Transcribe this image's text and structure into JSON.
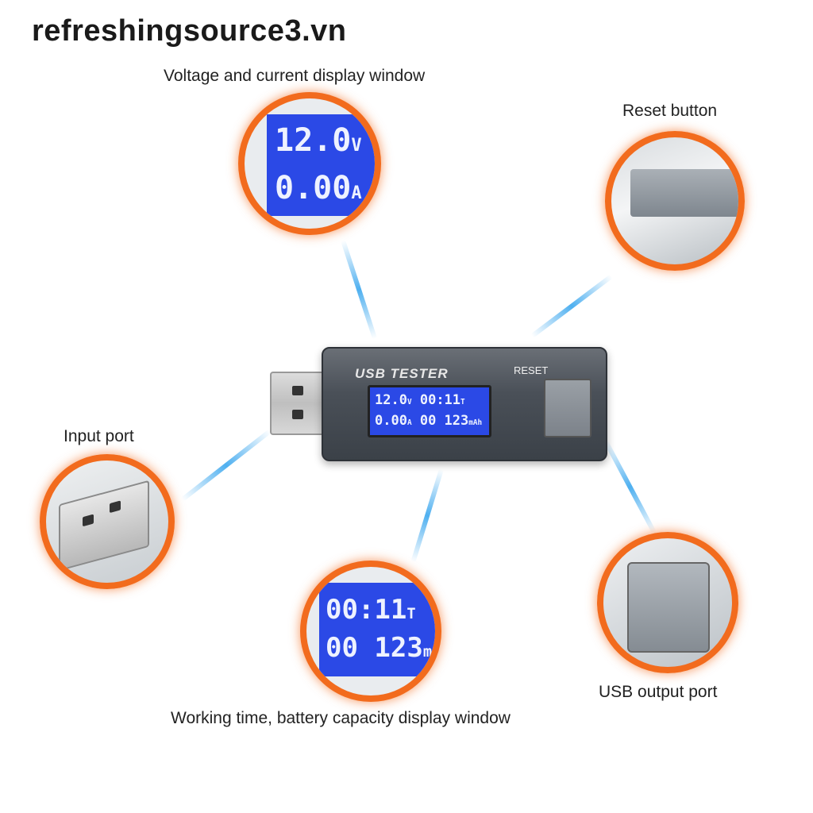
{
  "brand": "refreshingsource3.vn",
  "labels": {
    "display_window": "Voltage and current display window",
    "reset_button": "Reset button",
    "input_port": "Input port",
    "output_port": "USB output port",
    "time_window": "Working time, battery capacity display window"
  },
  "device": {
    "title": "USB TESTER",
    "reset": "RESET",
    "voltage": "12.0",
    "voltage_unit": "V",
    "current": "0.00",
    "current_unit": "A",
    "time": "00:11",
    "time_unit": "T",
    "capacity": "00 123",
    "capacity_unit": "mAh"
  },
  "colors": {
    "accent": "#f26b1d",
    "lcd": "#2b49e6",
    "connector": "#4fb0f0"
  }
}
